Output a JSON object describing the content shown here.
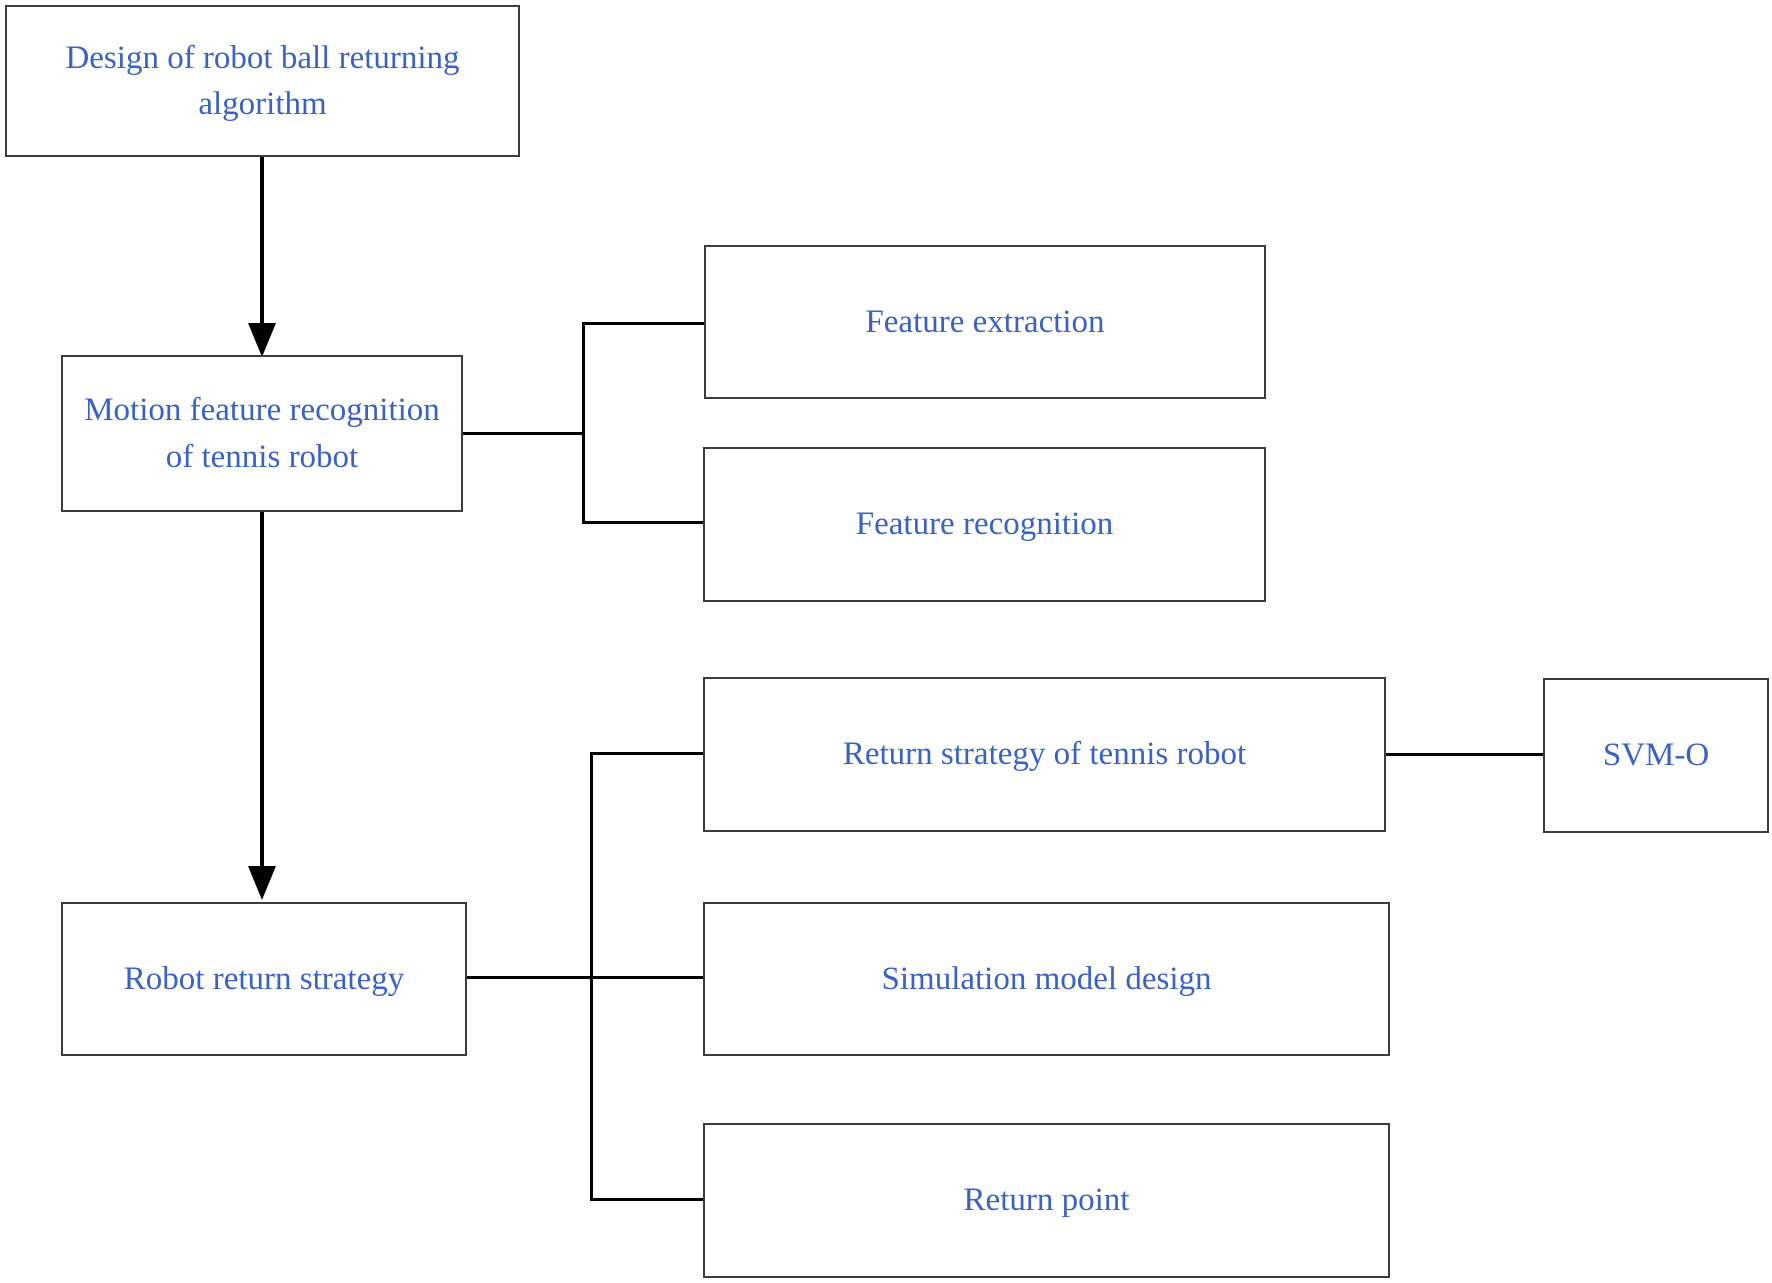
{
  "diagram": {
    "type": "flowchart",
    "nodes": {
      "design": {
        "label": "Design of robot ball returning\nalgorithm"
      },
      "motion": {
        "label": "Motion feature recognition\nof tennis robot"
      },
      "robot_return": {
        "label": "Robot return strategy"
      },
      "feature_extraction": {
        "label": "Feature extraction"
      },
      "feature_recognition": {
        "label": "Feature recognition"
      },
      "return_strategy": {
        "label": "Return strategy of tennis robot"
      },
      "simulation": {
        "label": "Simulation model design"
      },
      "return_point": {
        "label": "Return point"
      },
      "svmo": {
        "label": "SVM-O"
      }
    },
    "edges": [
      {
        "from": "design",
        "to": "motion",
        "style": "arrow"
      },
      {
        "from": "motion",
        "to": "robot_return",
        "style": "arrow"
      },
      {
        "from": "motion",
        "to": "feature_extraction",
        "style": "line"
      },
      {
        "from": "motion",
        "to": "feature_recognition",
        "style": "line"
      },
      {
        "from": "robot_return",
        "to": "return_strategy",
        "style": "line"
      },
      {
        "from": "robot_return",
        "to": "simulation",
        "style": "line"
      },
      {
        "from": "robot_return",
        "to": "return_point",
        "style": "line"
      },
      {
        "from": "return_strategy",
        "to": "svmo",
        "style": "line"
      }
    ],
    "colors": {
      "text_blue": "#3a62c6",
      "box_border": "#3d3d3d",
      "line_black": "#000000",
      "background": "#ffffff"
    }
  }
}
